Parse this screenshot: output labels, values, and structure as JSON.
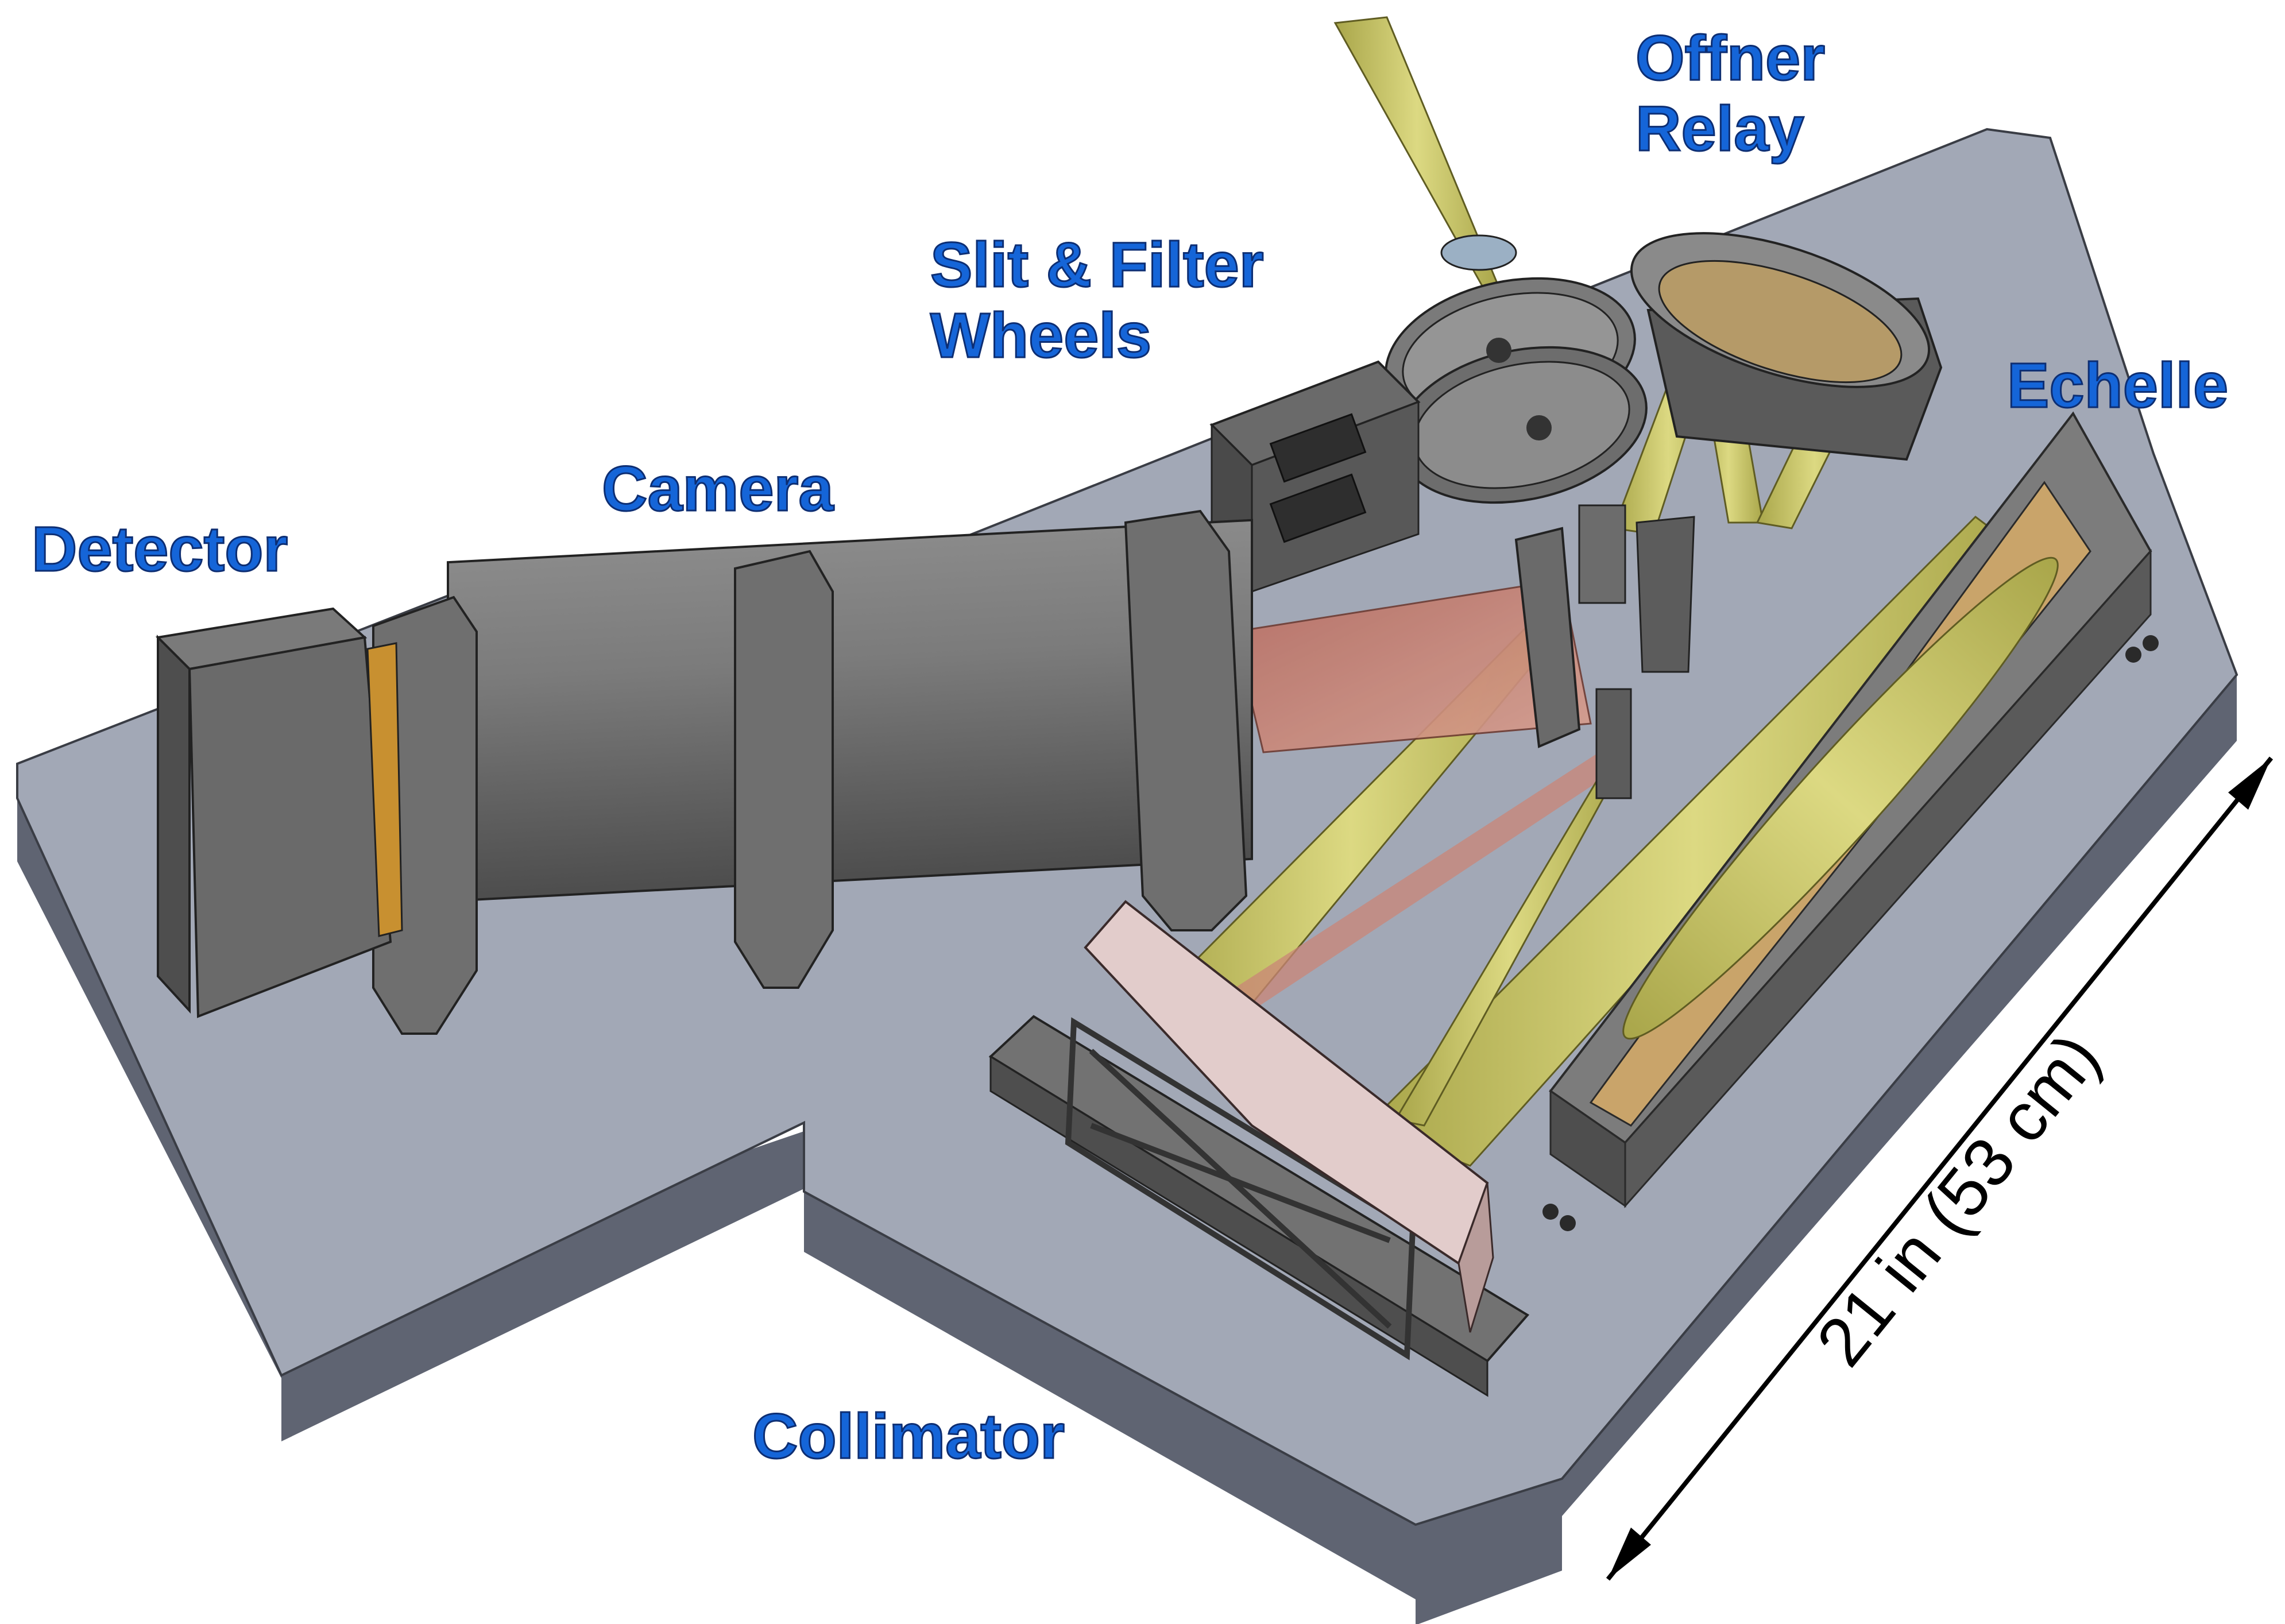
{
  "labels": {
    "detector": "Detector",
    "camera": "Camera",
    "slit_filter_line1": "Slit & Filter",
    "slit_filter_line2": "Wheels",
    "offner_line1": "Offner",
    "offner_line2": "Relay",
    "echelle": "Echelle",
    "collimator": "Collimator"
  },
  "dimension": {
    "text": "21 in (53 cm)"
  },
  "colors": {
    "label_fill": "#1565d8",
    "plate_top": "#a2a8b6",
    "plate_side": "#5f6472",
    "beam": "#c9c76a",
    "beam_red": "#c98577",
    "metal": "#6e6e6e",
    "collimator_mirror": "#e2cccb"
  }
}
